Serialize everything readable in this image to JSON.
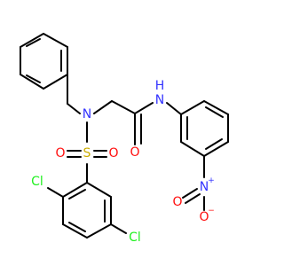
{
  "molecule": {
    "atoms": {
      "n_amine": {
        "symbol": "N",
        "color": "#3333ff"
      },
      "s": {
        "symbol": "S",
        "color": "#ccad00"
      },
      "o_s1": {
        "symbol": "O",
        "color": "#ff0d0d"
      },
      "o_s2": {
        "symbol": "O",
        "color": "#ff0d0d"
      },
      "o_carbonyl": {
        "symbol": "O",
        "color": "#ff0d0d"
      },
      "nh_amide": {
        "symbol": "N",
        "color": "#3333ff"
      },
      "nh_h": {
        "symbol": "H",
        "color": "#3333ff"
      },
      "cl_top": {
        "symbol": "Cl",
        "color": "#1ff01f"
      },
      "cl_bottom": {
        "symbol": "Cl",
        "color": "#1ff01f"
      },
      "n_nitro": {
        "symbol": "N",
        "color": "#3333ff"
      },
      "n_nitro_charge": {
        "symbol": "+",
        "color": "#3333ff"
      },
      "o_nitro_left": {
        "symbol": "O",
        "color": "#ff0d0d"
      },
      "o_nitro_down": {
        "symbol": "O",
        "color": "#ff0d0d"
      },
      "o_nitro_charge": {
        "symbol": "−",
        "color": "#ff0d0d"
      }
    }
  }
}
